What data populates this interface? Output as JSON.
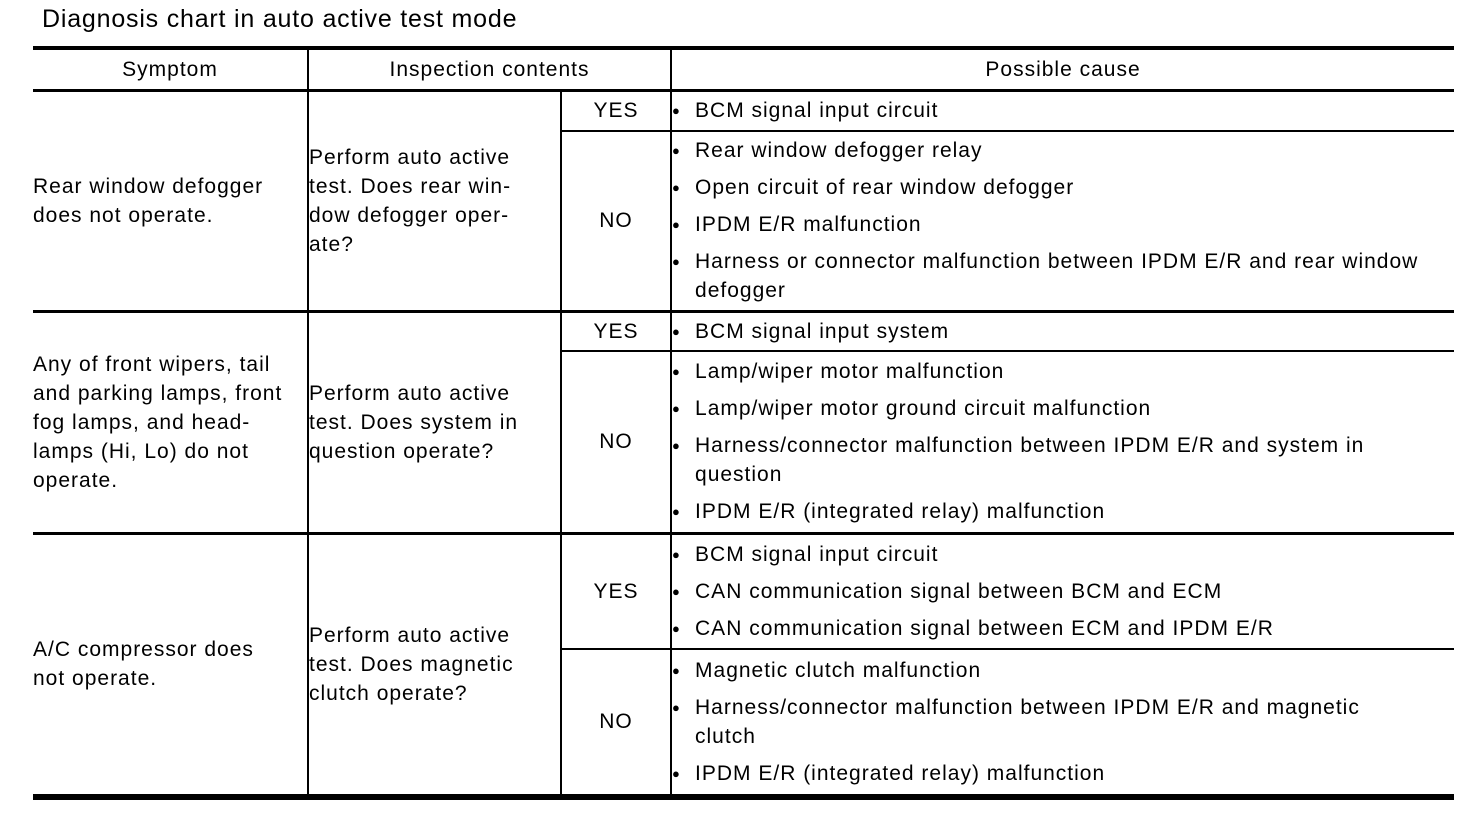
{
  "title": "Diagnosis chart in auto active test mode",
  "bullet_icon": "●",
  "table": {
    "headers": [
      "Symptom",
      "Inspection contents",
      "Possible cause"
    ],
    "sections": [
      {
        "symptom": "Rear window defogger\ndoes not operate.",
        "inspection": "Perform auto active\ntest. Does rear win-\ndow defogger oper-\nate?",
        "results": [
          {
            "answer": "YES",
            "causes": [
              "BCM signal input circuit"
            ]
          },
          {
            "answer": "NO",
            "causes": [
              "Rear window defogger relay",
              "Open circuit of rear window defogger",
              "IPDM E/R malfunction",
              "Harness or connector malfunction between IPDM E/R and rear window\ndefogger"
            ]
          }
        ]
      },
      {
        "symptom": "Any of front wipers, tail\nand parking lamps, front\nfog lamps, and head-\nlamps (Hi, Lo) do not\noperate.",
        "inspection": "Perform auto active\ntest. Does system in\nquestion operate?",
        "results": [
          {
            "answer": "YES",
            "causes": [
              "BCM signal input system"
            ]
          },
          {
            "answer": "NO",
            "causes": [
              "Lamp/wiper motor malfunction",
              "Lamp/wiper motor ground circuit malfunction",
              "Harness/connector malfunction between IPDM E/R and system in\nquestion",
              "IPDM E/R (integrated relay) malfunction"
            ]
          }
        ]
      },
      {
        "symptom": "A/C compressor does\nnot operate.",
        "inspection": "Perform auto active\ntest. Does magnetic\nclutch operate?",
        "results": [
          {
            "answer": "YES",
            "causes": [
              "BCM signal input circuit",
              "CAN communication signal between BCM and ECM",
              "CAN communication signal between ECM and IPDM E/R"
            ]
          },
          {
            "answer": "NO",
            "causes": [
              "Magnetic clutch malfunction",
              "Harness/connector malfunction between IPDM E/R and magnetic\nclutch",
              "IPDM E/R (integrated relay) malfunction"
            ]
          }
        ]
      }
    ]
  }
}
